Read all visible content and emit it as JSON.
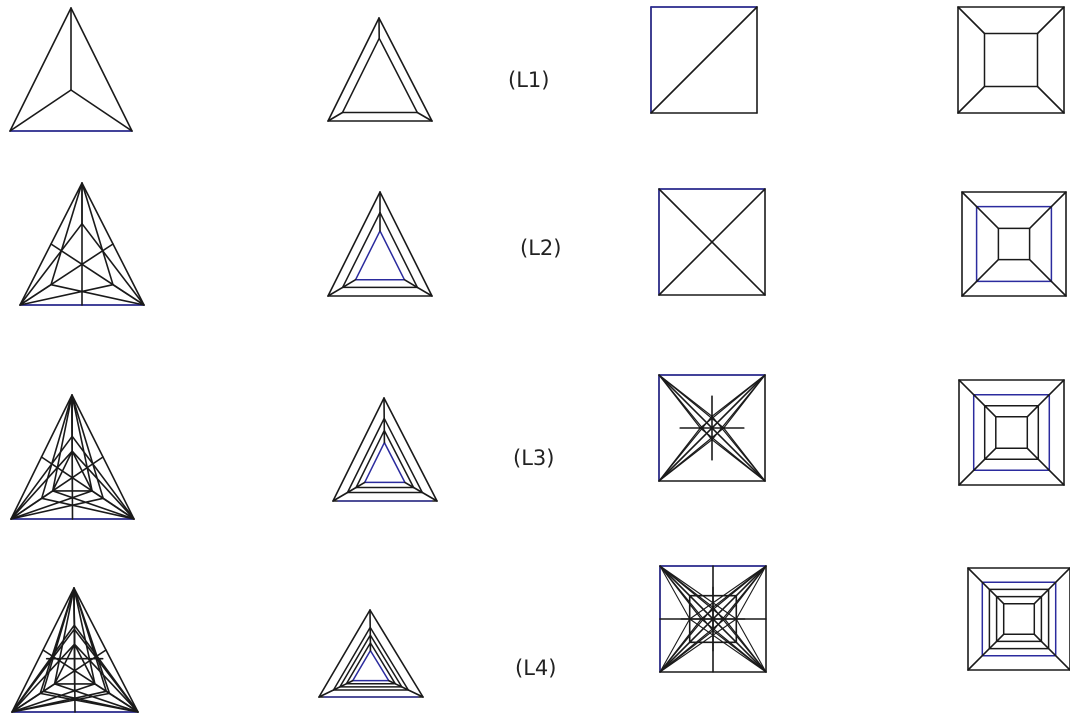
{
  "levels": [
    {
      "label": "(L1)",
      "level": 1
    },
    {
      "label": "(L2)",
      "level": 2
    },
    {
      "label": "(L3)",
      "level": 3
    },
    {
      "label": "(L4)",
      "level": 4
    }
  ],
  "colors": {
    "line": "#1a1a1a",
    "accent": "#2b2b9e",
    "text": "#222222",
    "background": "#ffffff"
  }
}
